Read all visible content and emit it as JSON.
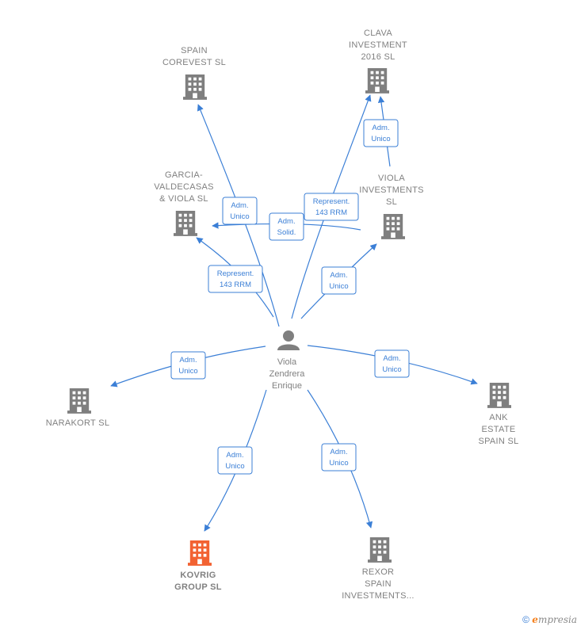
{
  "person": {
    "lines": [
      "Viola",
      "Zendrera",
      "Enrique"
    ]
  },
  "companies": [
    {
      "id": "spain-corevest",
      "lines": [
        "SPAIN",
        "COREVEST  SL"
      ],
      "highlight": false
    },
    {
      "id": "clava-investment",
      "lines": [
        "CLAVA",
        "INVESTMENT",
        "2016  SL"
      ],
      "highlight": false
    },
    {
      "id": "garcia-valdecasas",
      "lines": [
        "GARCIA-",
        "VALDECASAS",
        "& VIOLA  SL"
      ],
      "highlight": false
    },
    {
      "id": "viola-investments",
      "lines": [
        "VIOLA",
        "INVESTMENTS",
        "SL"
      ],
      "highlight": false
    },
    {
      "id": "narakort",
      "lines": [
        "NARAKORT  SL"
      ],
      "highlight": false
    },
    {
      "id": "ank-estate",
      "lines": [
        "ANK",
        "ESTATE",
        "SPAIN  SL"
      ],
      "highlight": false
    },
    {
      "id": "kovrig-group",
      "lines": [
        "KOVRIG",
        "GROUP  SL"
      ],
      "highlight": true
    },
    {
      "id": "rexor-spain",
      "lines": [
        "REXOR",
        "SPAIN",
        "INVESTMENTS..."
      ],
      "highlight": false
    }
  ],
  "relations": [
    {
      "id": "person-spain-corevest",
      "lines": [
        "Adm.",
        "Unico"
      ]
    },
    {
      "id": "person-clava",
      "lines": [
        "Represent.",
        "143 RRM"
      ]
    },
    {
      "id": "viola-clava",
      "lines": [
        "Adm.",
        "Unico"
      ]
    },
    {
      "id": "viola-garcia",
      "lines": [
        "Adm.",
        "Solid."
      ]
    },
    {
      "id": "person-garcia",
      "lines": [
        "Represent.",
        "143 RRM"
      ]
    },
    {
      "id": "person-viola",
      "lines": [
        "Adm.",
        "Unico"
      ]
    },
    {
      "id": "person-narakort",
      "lines": [
        "Adm.",
        "Unico"
      ]
    },
    {
      "id": "person-ank",
      "lines": [
        "Adm.",
        "Unico"
      ]
    },
    {
      "id": "person-kovrig",
      "lines": [
        "Adm.",
        "Unico"
      ]
    },
    {
      "id": "person-rexor",
      "lines": [
        "Adm.",
        "Unico"
      ]
    }
  ],
  "colors": {
    "edge": "#3b7fd6",
    "building": "#7f7f7f",
    "building_highlight": "#f26232",
    "text": "#808080"
  },
  "footer": {
    "copyright": "©",
    "brand_initial": "e",
    "brand_rest": "mpresia"
  }
}
